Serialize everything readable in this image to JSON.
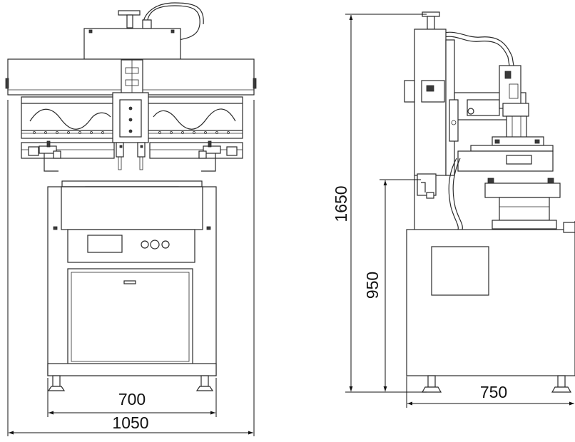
{
  "dimensions": {
    "front_inner_width": "700",
    "front_total_width": "1050",
    "side_total_height": "1650",
    "side_table_height": "950",
    "side_depth": "750"
  },
  "colors": {
    "line": "#2a2a2a",
    "background": "#ffffff"
  }
}
